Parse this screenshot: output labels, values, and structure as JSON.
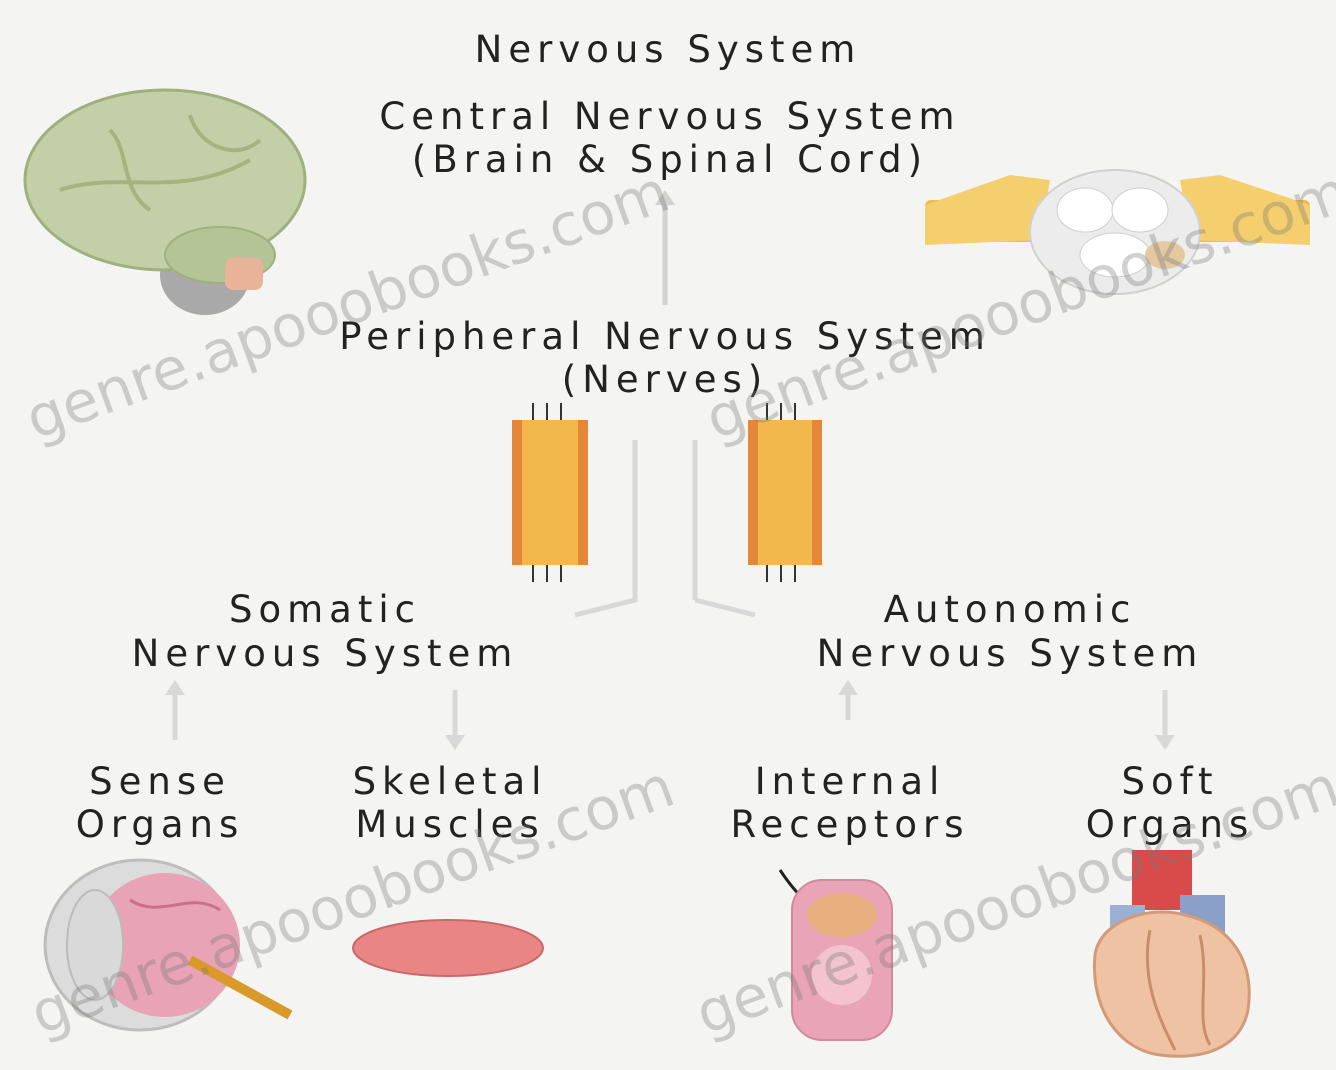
{
  "title": "Nervous System",
  "central": {
    "line1": "Central Nervous System",
    "line2": "(Brain & Spinal Cord)"
  },
  "peripheral": {
    "line1": "Peripheral Nervous System",
    "line2": "(Nerves)"
  },
  "somatic": {
    "line1": "Somatic",
    "line2": "Nervous System"
  },
  "autonomic": {
    "line1": "Autonomic",
    "line2": "Nervous System"
  },
  "leaves": {
    "sense_organs": {
      "line1": "Sense",
      "line2": "Organs"
    },
    "skeletal_muscles": {
      "line1": "Skeletal",
      "line2": "Muscles"
    },
    "internal_receptors": {
      "line1": "Internal",
      "line2": "Receptors"
    },
    "soft_organs": {
      "line1": "Soft",
      "line2": "Organs"
    }
  },
  "watermark": "genre.apooobooks.com",
  "colors": {
    "background": "#f4f4f2",
    "brain": "#b7c79a",
    "nerve": "#f2b84b",
    "nerve_edge": "#e3873b",
    "muscle": "#e98585",
    "arrow": "#d8d8d8"
  }
}
